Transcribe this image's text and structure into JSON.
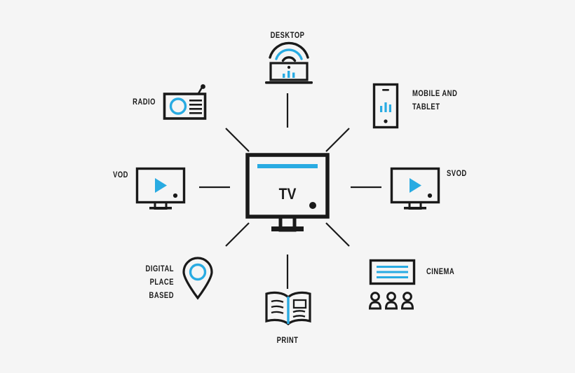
{
  "diagram": {
    "title_center": "TV",
    "background_color": "#f5f5f5",
    "accent_color": "#29abe2",
    "stroke_color": "#1a1a1a",
    "center": {
      "name": "tv",
      "label": "TV",
      "icon": "tv-monitor-icon"
    },
    "spokes_count": 8,
    "nodes": [
      {
        "id": "desktop",
        "label": "DESKTOP",
        "icon": "laptop-wifi-icon",
        "label_position": "top"
      },
      {
        "id": "mobile-and-tablet",
        "label": "MOBILE AND\nTABLET",
        "icon": "smartphone-icon",
        "label_position": "right"
      },
      {
        "id": "svod",
        "label": "SVOD",
        "icon": "monitor-play-icon",
        "label_position": "right"
      },
      {
        "id": "cinema",
        "label": "CINEMA",
        "icon": "cinema-screen-audience-icon",
        "label_position": "right"
      },
      {
        "id": "print",
        "label": "PRINT",
        "icon": "open-book-icon",
        "label_position": "bottom"
      },
      {
        "id": "digital-place-based",
        "label": "DIGITAL\nPLACE\nBASED",
        "icon": "map-pin-icon",
        "label_position": "left"
      },
      {
        "id": "vod",
        "label": "VOD",
        "icon": "monitor-play-icon",
        "label_position": "left"
      },
      {
        "id": "radio",
        "label": "RADIO",
        "icon": "radio-icon",
        "label_position": "left"
      }
    ]
  }
}
